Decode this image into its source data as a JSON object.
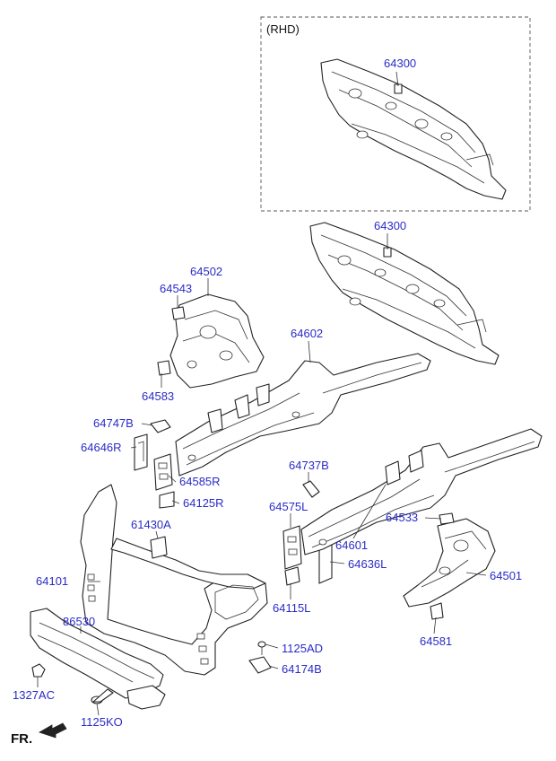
{
  "rhd_label": "(RHD)",
  "orientation_label": "FR.",
  "parts": [
    {
      "id": "p64300_rhd",
      "code": "64300"
    },
    {
      "id": "p64300",
      "code": "64300"
    },
    {
      "id": "p64502",
      "code": "64502"
    },
    {
      "id": "p64543",
      "code": "64543"
    },
    {
      "id": "p64583",
      "code": "64583"
    },
    {
      "id": "p64602",
      "code": "64602"
    },
    {
      "id": "p64747B",
      "code": "64747B"
    },
    {
      "id": "p64646R",
      "code": "64646R"
    },
    {
      "id": "p64585R",
      "code": "64585R"
    },
    {
      "id": "p64125R",
      "code": "64125R"
    },
    {
      "id": "p64737B",
      "code": "64737B"
    },
    {
      "id": "p64575L",
      "code": "64575L"
    },
    {
      "id": "p61430A",
      "code": "61430A"
    },
    {
      "id": "p64533",
      "code": "64533"
    },
    {
      "id": "p64601",
      "code": "64601"
    },
    {
      "id": "p64636L",
      "code": "64636L"
    },
    {
      "id": "p64101",
      "code": "64101"
    },
    {
      "id": "p64501",
      "code": "64501"
    },
    {
      "id": "p86530",
      "code": "86530"
    },
    {
      "id": "p64115L",
      "code": "64115L"
    },
    {
      "id": "p64581",
      "code": "64581"
    },
    {
      "id": "p1125AD",
      "code": "1125AD"
    },
    {
      "id": "p64174B",
      "code": "64174B"
    },
    {
      "id": "p1327AC",
      "code": "1327AC"
    },
    {
      "id": "p1125KO",
      "code": "1125KO"
    }
  ]
}
